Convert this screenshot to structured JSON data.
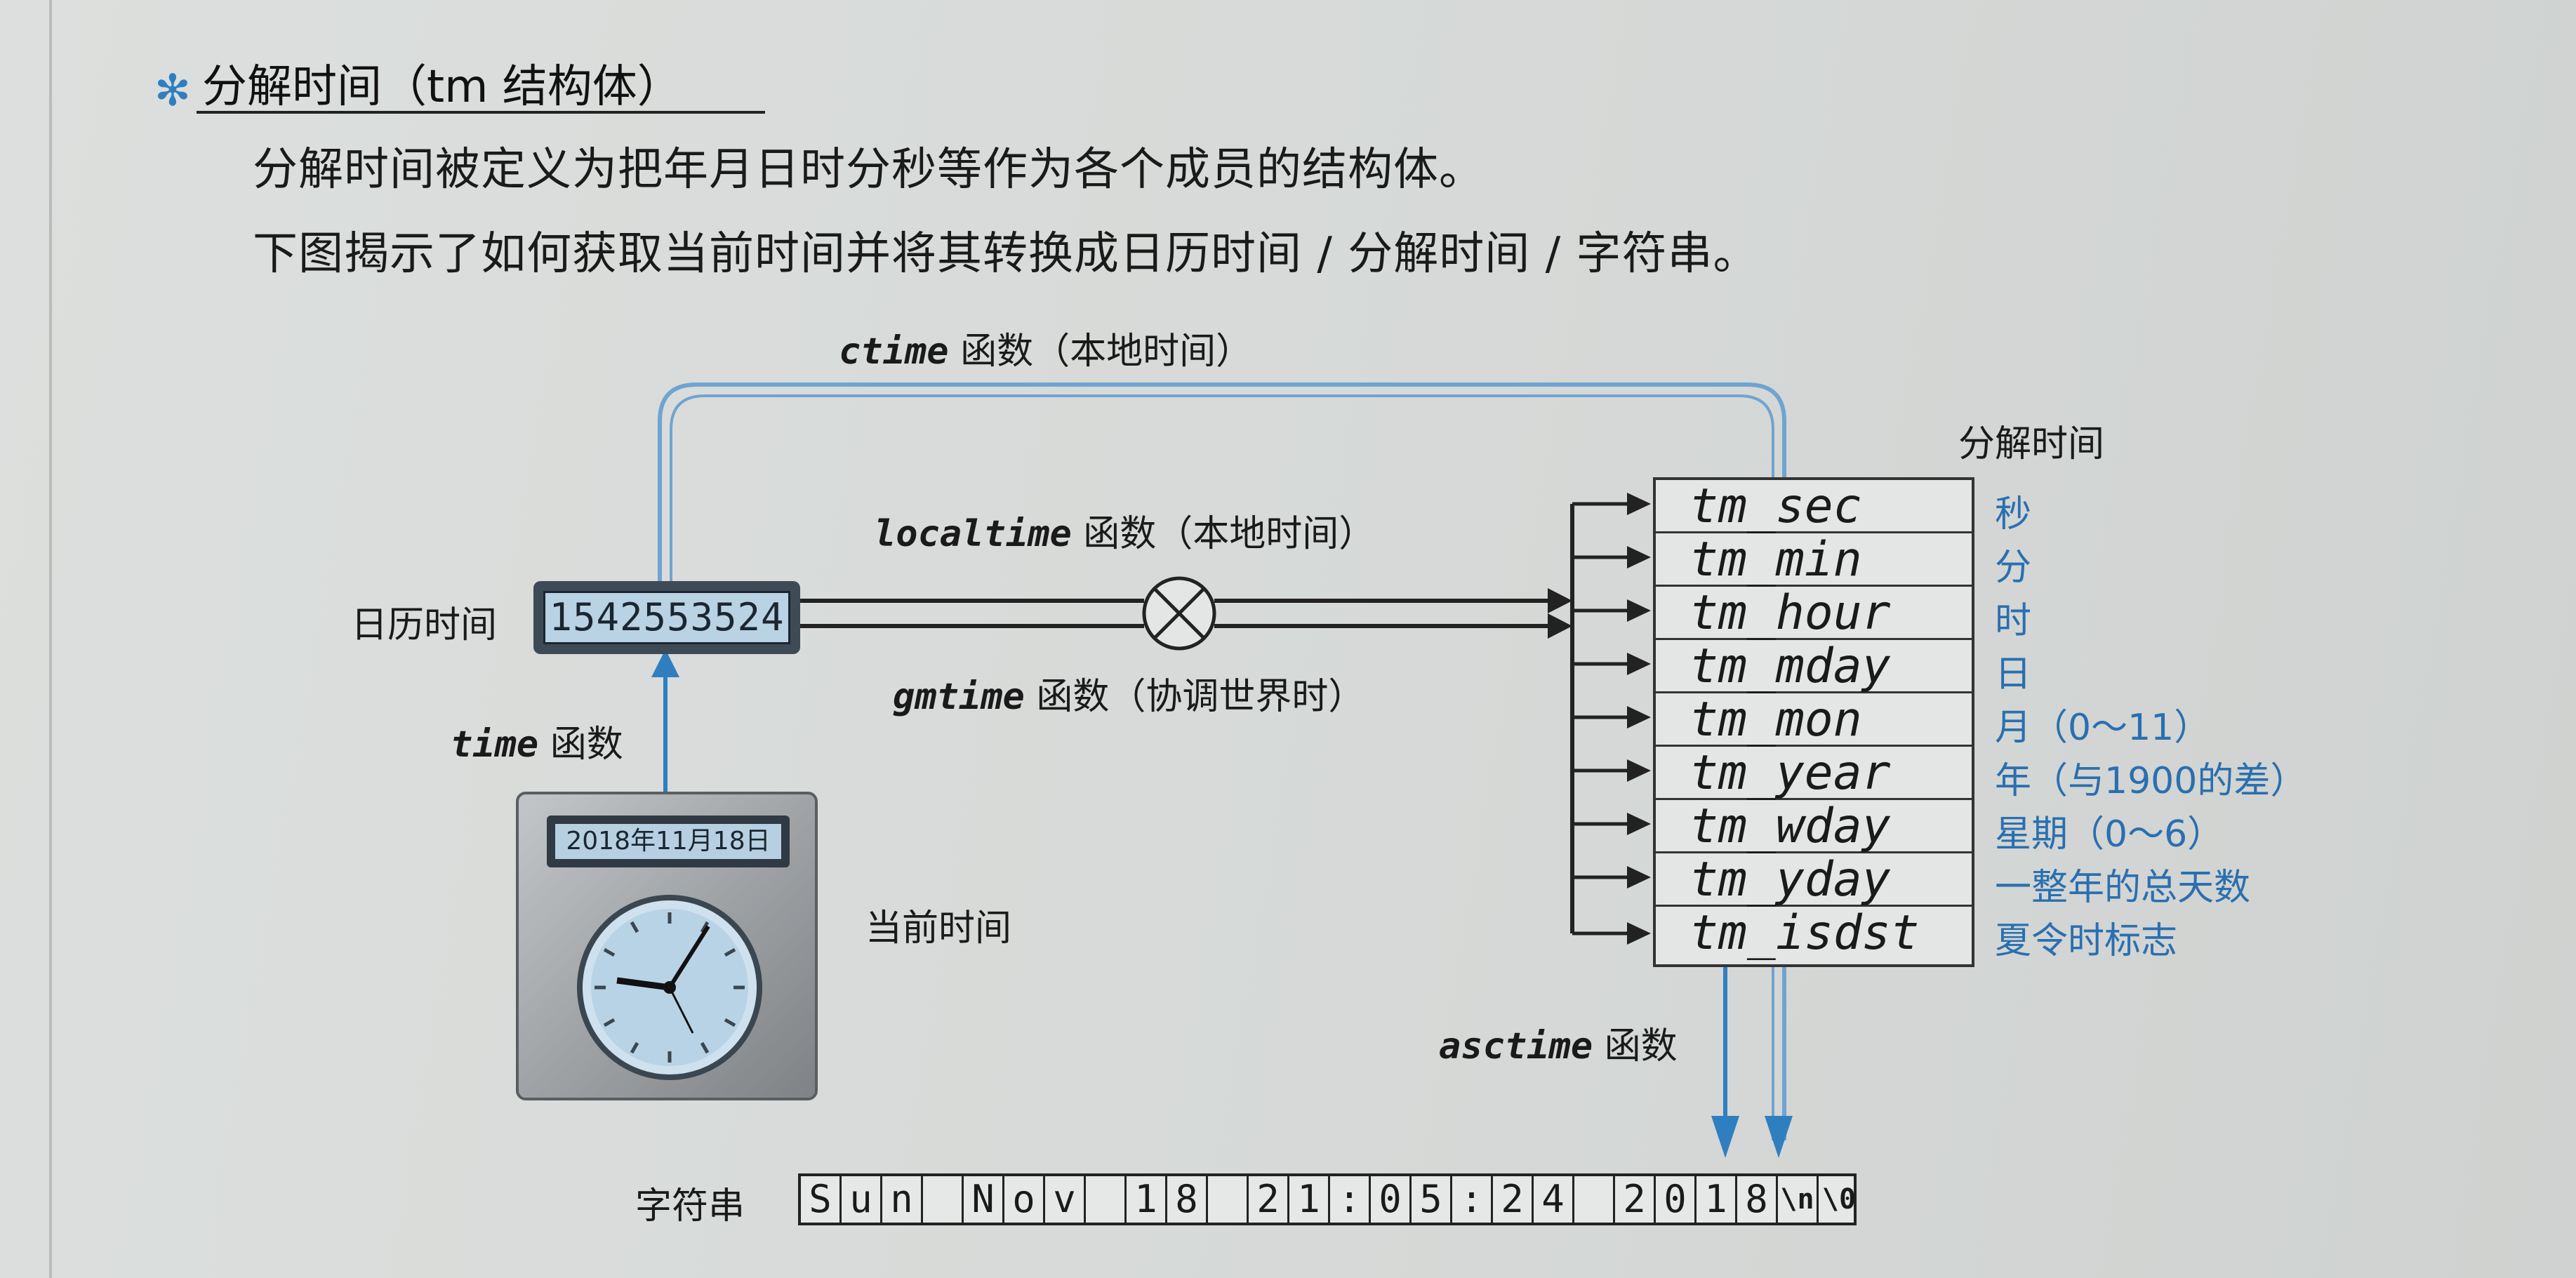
{
  "heading": "分解时间（tm 结构体）",
  "paragraphs": [
    "分解时间被定义为把年月日时分秒等作为各个成员的结构体。",
    "下图揭示了如何获取当前时间并将其转换成日历时间 / 分解时间 / 字符串。"
  ],
  "diagram": {
    "ctime_fn": "ctime",
    "ctime_note": " 函数（本地时间）",
    "localtime_fn": "localtime",
    "localtime_note": " 函数（本地时间）",
    "gmtime_fn": "gmtime",
    "gmtime_note": " 函数（协调世界时）",
    "time_fn": "time",
    "time_note": " 函数",
    "asctime_fn": "asctime",
    "asctime_note": " 函数",
    "calendar_label": "日历时间",
    "calendar_value": "1542553524",
    "current_time_label": "当前时间",
    "clock_date": "2018年11月18日",
    "broken_down_label": "分解时间",
    "string_label": "字符串",
    "tm_fields": [
      {
        "name": "tm_sec",
        "desc": "秒"
      },
      {
        "name": "tm_min",
        "desc": "分"
      },
      {
        "name": "tm_hour",
        "desc": "时"
      },
      {
        "name": "tm_mday",
        "desc": "日"
      },
      {
        "name": "tm_mon",
        "desc": "月（0～11）"
      },
      {
        "name": "tm_year",
        "desc": "年（与1900的差）"
      },
      {
        "name": "tm_wday",
        "desc": "星期（0～6）"
      },
      {
        "name": "tm_yday",
        "desc": "一整年的总天数"
      },
      {
        "name": "tm_isdst",
        "desc": "夏令时标志"
      }
    ],
    "string_chars": [
      "S",
      "u",
      "n",
      " ",
      "N",
      "o",
      "v",
      " ",
      "1",
      "8",
      " ",
      "2",
      "1",
      ":",
      "0",
      "5",
      ":",
      "2",
      "4",
      " ",
      "2",
      "0",
      "1",
      "8",
      "\\n",
      "\\0"
    ]
  },
  "colors": {
    "accent_blue": "#2a6fb0",
    "ctime_path": "#6fa4d1",
    "arrow_blue": "#2f7fc0"
  }
}
